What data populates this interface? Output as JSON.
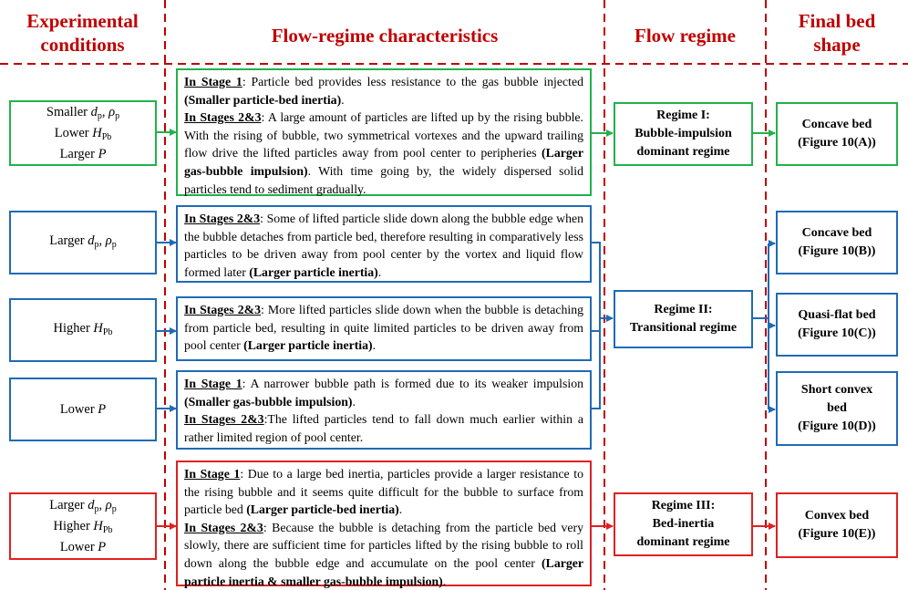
{
  "headers": {
    "conditions_line1": "Experimental",
    "conditions_line2": "conditions",
    "characteristics": "Flow-regime characteristics",
    "regime": "Flow regime",
    "shape_line1": "Final bed",
    "shape_line2": "shape"
  },
  "conditions": {
    "c1": {
      "l1a": "Smaller ",
      "l1_dp": "d",
      "l1_dp_sub": "p",
      "l1_sep": ", ",
      "l1_rho": "ρ",
      "l1_rho_sub": "p",
      "l2a": "Lower ",
      "l2_h": "H",
      "l2_h_sub": "Pb",
      "l3a": "Larger ",
      "l3_p": "P"
    },
    "c2": {
      "a": "Larger ",
      "dp": "d",
      "dp_sub": "p",
      "sep": ", ",
      "rho": "ρ",
      "rho_sub": "p"
    },
    "c3": {
      "a": "Higher ",
      "h": "H",
      "h_sub": "Pb"
    },
    "c4": {
      "a": "Lower ",
      "p": "P"
    },
    "c5": {
      "l1a": "Larger ",
      "l1_dp": "d",
      "l1_dp_sub": "p",
      "l1_sep": ", ",
      "l1_rho": "ρ",
      "l1_rho_sub": "p",
      "l2a": "Higher ",
      "l2_h": "H",
      "l2_h_sub": "Pb",
      "l3a": "Lower ",
      "l3_p": "P"
    }
  },
  "characteristics": {
    "d1": {
      "s1_label": "In Stage 1",
      "s1_text": ": Particle bed provides less resistance to the gas bubble injected ",
      "s1_bold": "(Smaller particle-bed inertia)",
      "s1_end": ".",
      "s2_label": "In Stages 2&3",
      "s2_text": ": A large amount of particles are lifted up by the rising bubble. With the rising of bubble, two symmetrical vortexes and the upward trailing flow drive the lifted particles away from pool center to peripheries ",
      "s2_bold": "(Larger gas-bubble impulsion)",
      "s2_end": ". With time going by, the widely dispersed solid particles tend to sediment gradually."
    },
    "d2": {
      "s_label": "In Stages 2&3",
      "s_text": ": Some of lifted particle slide down along the bubble edge when the bubble detaches from particle bed, therefore resulting in comparatively less particles to be driven away from pool center by the vortex and liquid flow formed later ",
      "s_bold": "(Larger particle inertia)",
      "s_end": "."
    },
    "d3": {
      "s_label": "In Stages 2&3",
      "s_text": ": More lifted particles slide down when the bubble is detaching from particle bed, resulting in quite limited particles to be driven away from pool center ",
      "s_bold": "(Larger particle inertia)",
      "s_end": "."
    },
    "d4": {
      "s1_label": "In Stage 1",
      "s1_text": ": A narrower bubble path is formed due to its weaker impulsion ",
      "s1_bold": "(Smaller gas-bubble impulsion)",
      "s1_end": ".",
      "s2_label": "In Stages 2&3",
      "s2_text": ":The lifted particles tend to fall down much earlier within a rather limited region of pool center."
    },
    "d5": {
      "s1_label": "In Stage 1",
      "s1_text": ": Due to a large bed inertia, particles provide a larger resistance to the rising bubble and it seems quite difficult for the bubble to surface from particle bed ",
      "s1_bold": "(Larger particle-bed inertia)",
      "s1_end": ".",
      "s2_label": "In Stages 2&3",
      "s2_text": ": Because the bubble is detaching from the particle bed very slowly, there are sufficient time for particles lifted by the rising bubble to roll down along the bubble edge and accumulate on the pool center ",
      "s2_bold": "(Larger particle inertia & smaller gas-bubble impulsion)",
      "s2_end": "."
    }
  },
  "regimes": {
    "r1": {
      "l1": "Regime I:",
      "l2": "Bubble-impulsion",
      "l3": "dominant regime"
    },
    "r2": {
      "l1": "Regime II:",
      "l2": "Transitional regime"
    },
    "r3": {
      "l1": "Regime III:",
      "l2": "Bed-inertia",
      "l3": "dominant regime"
    }
  },
  "shapes": {
    "s1": {
      "l1": "Concave bed",
      "l2": "(Figure 10(A))"
    },
    "s2": {
      "l1": "Concave bed",
      "l2": "(Figure 10(B))"
    },
    "s3": {
      "l1": "Quasi-flat bed",
      "l2": "(Figure 10(C))"
    },
    "s4": {
      "l1": "Short convex",
      "l2": "bed",
      "l3": "(Figure 10(D))"
    },
    "s5": {
      "l1": "Convex bed",
      "l2": "(Figure 10(E))"
    }
  },
  "colors": {
    "header_red": "#c00000",
    "green": "#22b14c",
    "blue": "#1f6bb5",
    "red": "#e02020"
  }
}
